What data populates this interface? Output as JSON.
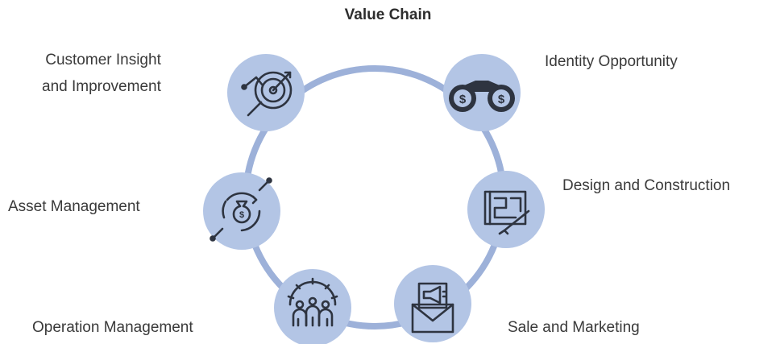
{
  "title": "Value Chain",
  "ring_color": "#9db1d9",
  "node_color": "#b3c5e5",
  "nodes": [
    {
      "label_lines": [
        "Customer Insight",
        "and Improvement"
      ],
      "icon": "target-magnifier-icon"
    },
    {
      "label_lines": [
        "Identity Opportunity"
      ],
      "icon": "binoculars-dollar-icon"
    },
    {
      "label_lines": [
        "Design and Construction"
      ],
      "icon": "blueprint-pencil-icon"
    },
    {
      "label_lines": [
        "Sale and Marketing"
      ],
      "icon": "megaphone-envelope-icon"
    },
    {
      "label_lines": [
        "Operation Management"
      ],
      "icon": "gear-team-icon"
    },
    {
      "label_lines": [
        "Asset Management"
      ],
      "icon": "money-bag-cycle-icon"
    }
  ]
}
